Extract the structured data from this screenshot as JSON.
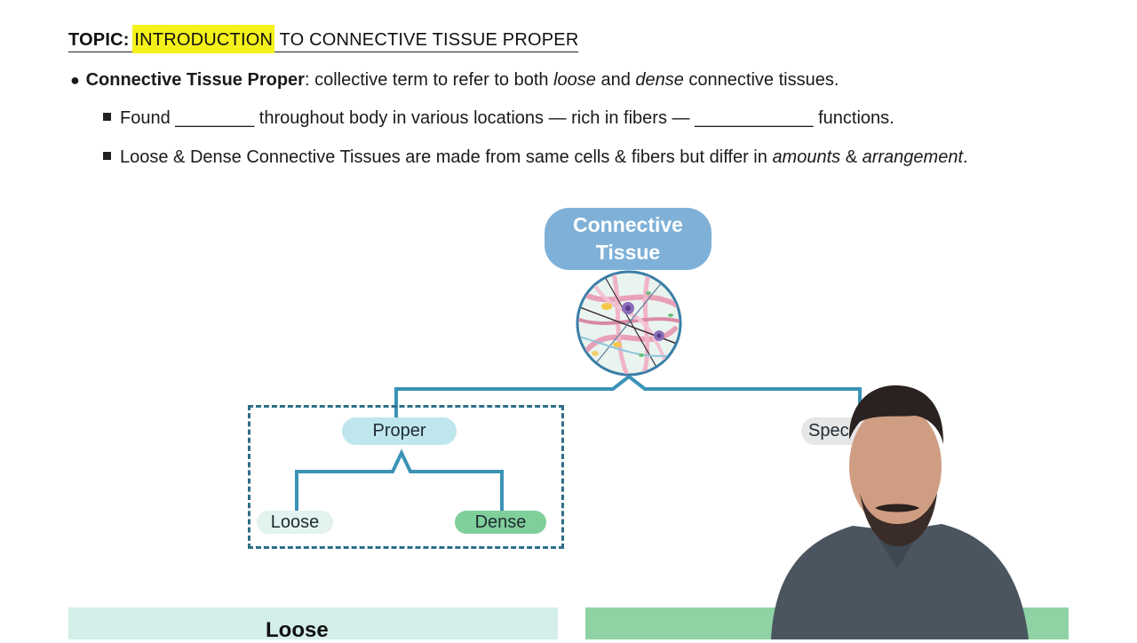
{
  "topic": {
    "prefix": "TOPIC:",
    "highlighted": "INTRODUCTION",
    "rest": " TO CONNECTIVE TISSUE PROPER"
  },
  "bullets": {
    "b1": {
      "term": "Connective Tissue Proper",
      "colon": ":",
      "text_a": " collective term to refer to both ",
      "loose": "loose",
      "and": " and ",
      "dense": "dense",
      "text_b": " connective tissues."
    },
    "b2": {
      "part1": "Found ________ throughout body in various locations — rich in fibers — ____________ functions."
    },
    "b3": {
      "part1": "Loose & Dense Connective Tissues are made from same cells & fibers but differ in ",
      "amounts": "amounts",
      "amp": " & ",
      "arrangement": "arrangement",
      "end": "."
    }
  },
  "diagram": {
    "root_line1": "Connective",
    "root_line2": "Tissue",
    "proper": "Proper",
    "loose": "Loose",
    "dense": "Dense",
    "specialized_partial": "Spec"
  },
  "banners": {
    "left_title": "Loose"
  },
  "colors": {
    "highlight": "#f5f21a",
    "connector": "#3a93b6",
    "root_pill": "#7fb1d8",
    "proper_pill": "#bfe6ec",
    "dense_pill": "#7fcf9a",
    "loose_banner": "#d4eee9",
    "dense_banner": "#8fd3a4"
  }
}
